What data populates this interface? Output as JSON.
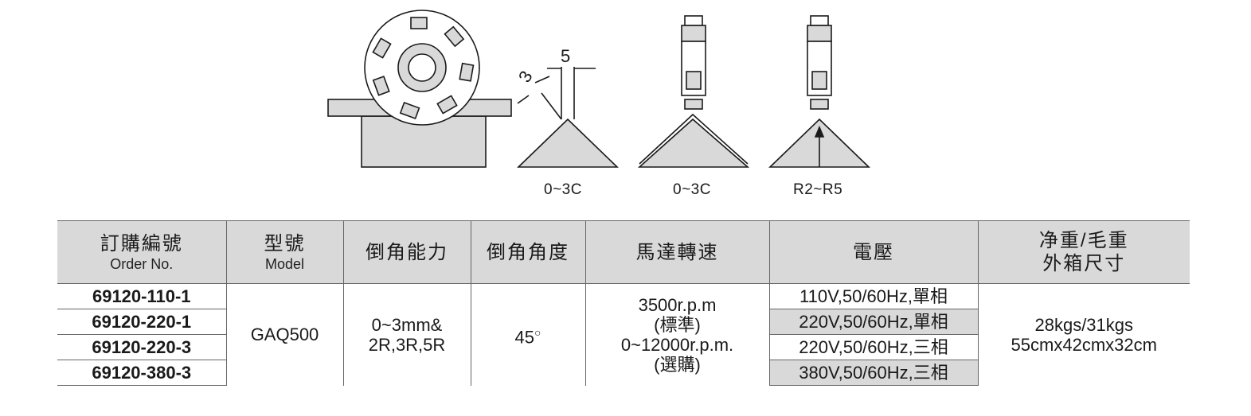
{
  "diagram": {
    "dim_side": "3",
    "dim_top": "5",
    "labels": [
      "0~3C",
      "0~3C",
      "R2~R5"
    ]
  },
  "table": {
    "headers": [
      {
        "zh": "訂購編號",
        "en": "Order No."
      },
      {
        "zh": "型號",
        "en": "Model"
      },
      {
        "zh": "倒角能力",
        "en": ""
      },
      {
        "zh": "倒角角度",
        "en": ""
      },
      {
        "zh": "馬達轉速",
        "en": ""
      },
      {
        "zh": "電壓",
        "en": ""
      },
      {
        "zh": "净重/毛重",
        "en": "外箱尺寸"
      }
    ],
    "order_numbers": [
      "69120-110-1",
      "69120-220-1",
      "69120-220-3",
      "69120-380-3"
    ],
    "model": "GAQ500",
    "capacity": [
      "0~3mm&",
      "2R,3R,5R"
    ],
    "angle": "45",
    "angle_unit": "○",
    "speed": [
      "3500r.p.m",
      "(標準)",
      "0~12000r.p.m.",
      "(選購)"
    ],
    "voltages": [
      "110V,50/60Hz,單相",
      "220V,50/60Hz,單相",
      "220V,50/60Hz,三相",
      "380V,50/60Hz,三相"
    ],
    "weight": [
      "28kgs/31kgs",
      "55cmx42cmx32cm"
    ]
  }
}
